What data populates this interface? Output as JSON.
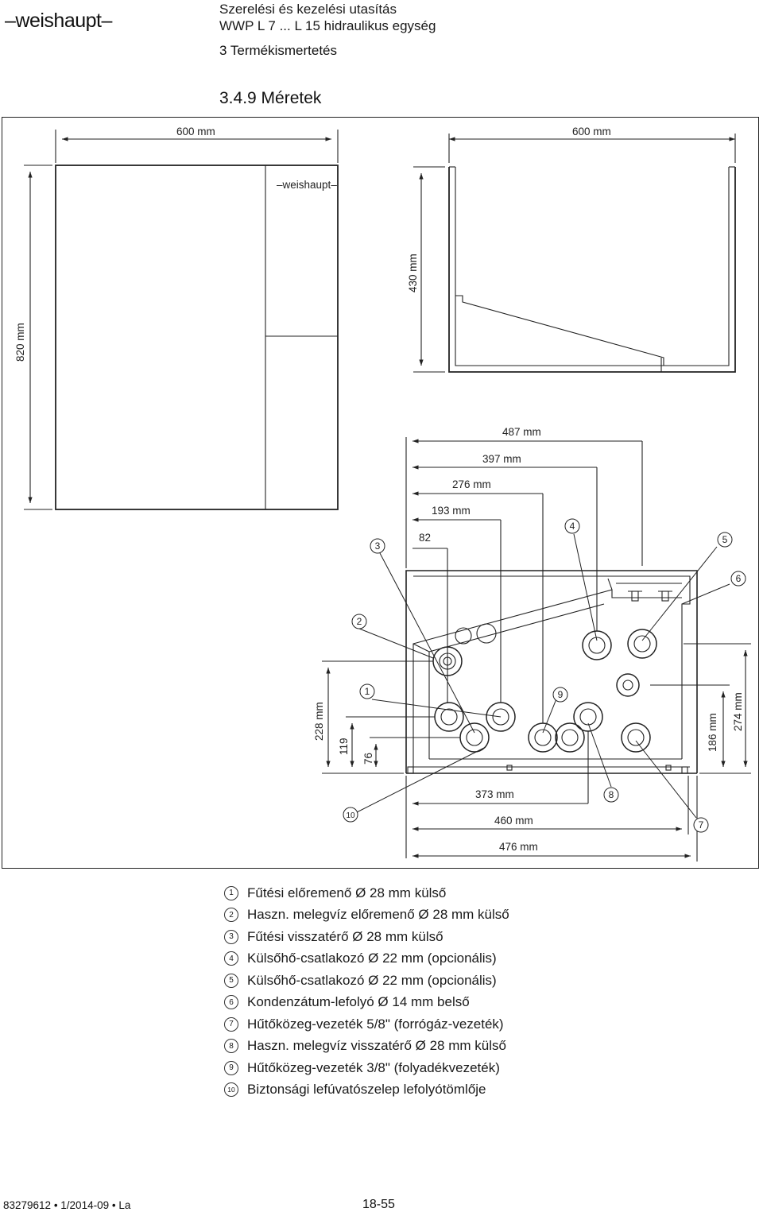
{
  "header": {
    "brand": "weishaupt",
    "doc_title": "Szerelési és kezelési utasítás",
    "doc_subtitle": "WWP L 7 ... L 15 hidraulikus egység",
    "section": "3 Termékismertetés",
    "subsection": "3.4.9 Méretek"
  },
  "drawing": {
    "front_logo": "weishaupt",
    "dims": {
      "front_width": "600 mm",
      "side_width": "600 mm",
      "total_height": "820 mm",
      "side_height": "430 mm",
      "d487": "487 mm",
      "d397": "397 mm",
      "d276": "276 mm",
      "d193": "193 mm",
      "d82": "82",
      "d228": "228 mm",
      "d119": "119",
      "d76": "76",
      "d186": "186 mm",
      "d274": "274 mm",
      "d373": "373 mm",
      "d460": "460 mm",
      "d476": "476 mm"
    },
    "callouts": [
      "1",
      "2",
      "3",
      "4",
      "5",
      "6",
      "7",
      "8",
      "9",
      "10"
    ]
  },
  "legend": [
    {
      "num": "1",
      "text": "Fűtési előremenő Ø 28 mm külső"
    },
    {
      "num": "2",
      "text": "Haszn. melegvíz előremenő Ø 28 mm külső"
    },
    {
      "num": "3",
      "text": "Fűtési visszatérő Ø 28 mm külső"
    },
    {
      "num": "4",
      "text": "Külsőhő-csatlakozó Ø 22 mm (opcionális)"
    },
    {
      "num": "5",
      "text": "Külsőhő-csatlakozó Ø 22 mm (opcionális)"
    },
    {
      "num": "6",
      "text": "Kondenzátum-lefolyó Ø 14 mm belső"
    },
    {
      "num": "7",
      "text": "Hűtőközeg-vezeték 5/8\" (forrógáz-vezeték)"
    },
    {
      "num": "8",
      "text": "Haszn. melegvíz visszatérő Ø 28 mm külső"
    },
    {
      "num": "9",
      "text": "Hűtőközeg-vezeték 3/8\" (folyadékvezeték)"
    },
    {
      "num": "10",
      "text": "Biztonsági lefúvatószelep lefolyótömlője"
    }
  ],
  "footer": {
    "doc_ref": "83279612 • 1/2014-09 • La",
    "page": "18-55"
  }
}
